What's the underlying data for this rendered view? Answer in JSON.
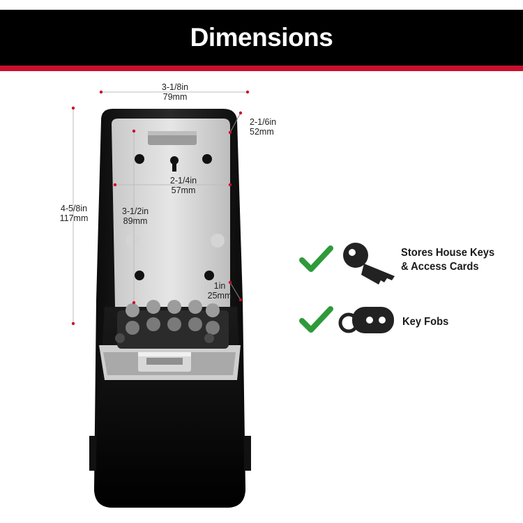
{
  "header": {
    "title": "Dimensions"
  },
  "dimensions": {
    "width": {
      "imperial": "3-1/8in",
      "metric": "79mm"
    },
    "depth": {
      "imperial": "2-1/6in",
      "metric": "52mm"
    },
    "inner_width": {
      "imperial": "2-1/4in",
      "metric": "57mm"
    },
    "height": {
      "imperial": "4-5/8in",
      "metric": "117mm"
    },
    "inner_height": {
      "imperial": "3-1/2in",
      "metric": "89mm"
    },
    "inner_depth": {
      "imperial": "1in",
      "metric": "25mm"
    }
  },
  "features": [
    {
      "label_line1": "Stores House Keys",
      "label_line2": "& Access Cards",
      "icon": "house-key-icon"
    },
    {
      "label_line1": "Key Fobs",
      "icon": "key-fob-icon"
    }
  ],
  "colors": {
    "header_bg": "#000000",
    "header_stripe": "#c8102e",
    "dimension_marker": "#c8102e",
    "check": "#2e9a3a"
  }
}
